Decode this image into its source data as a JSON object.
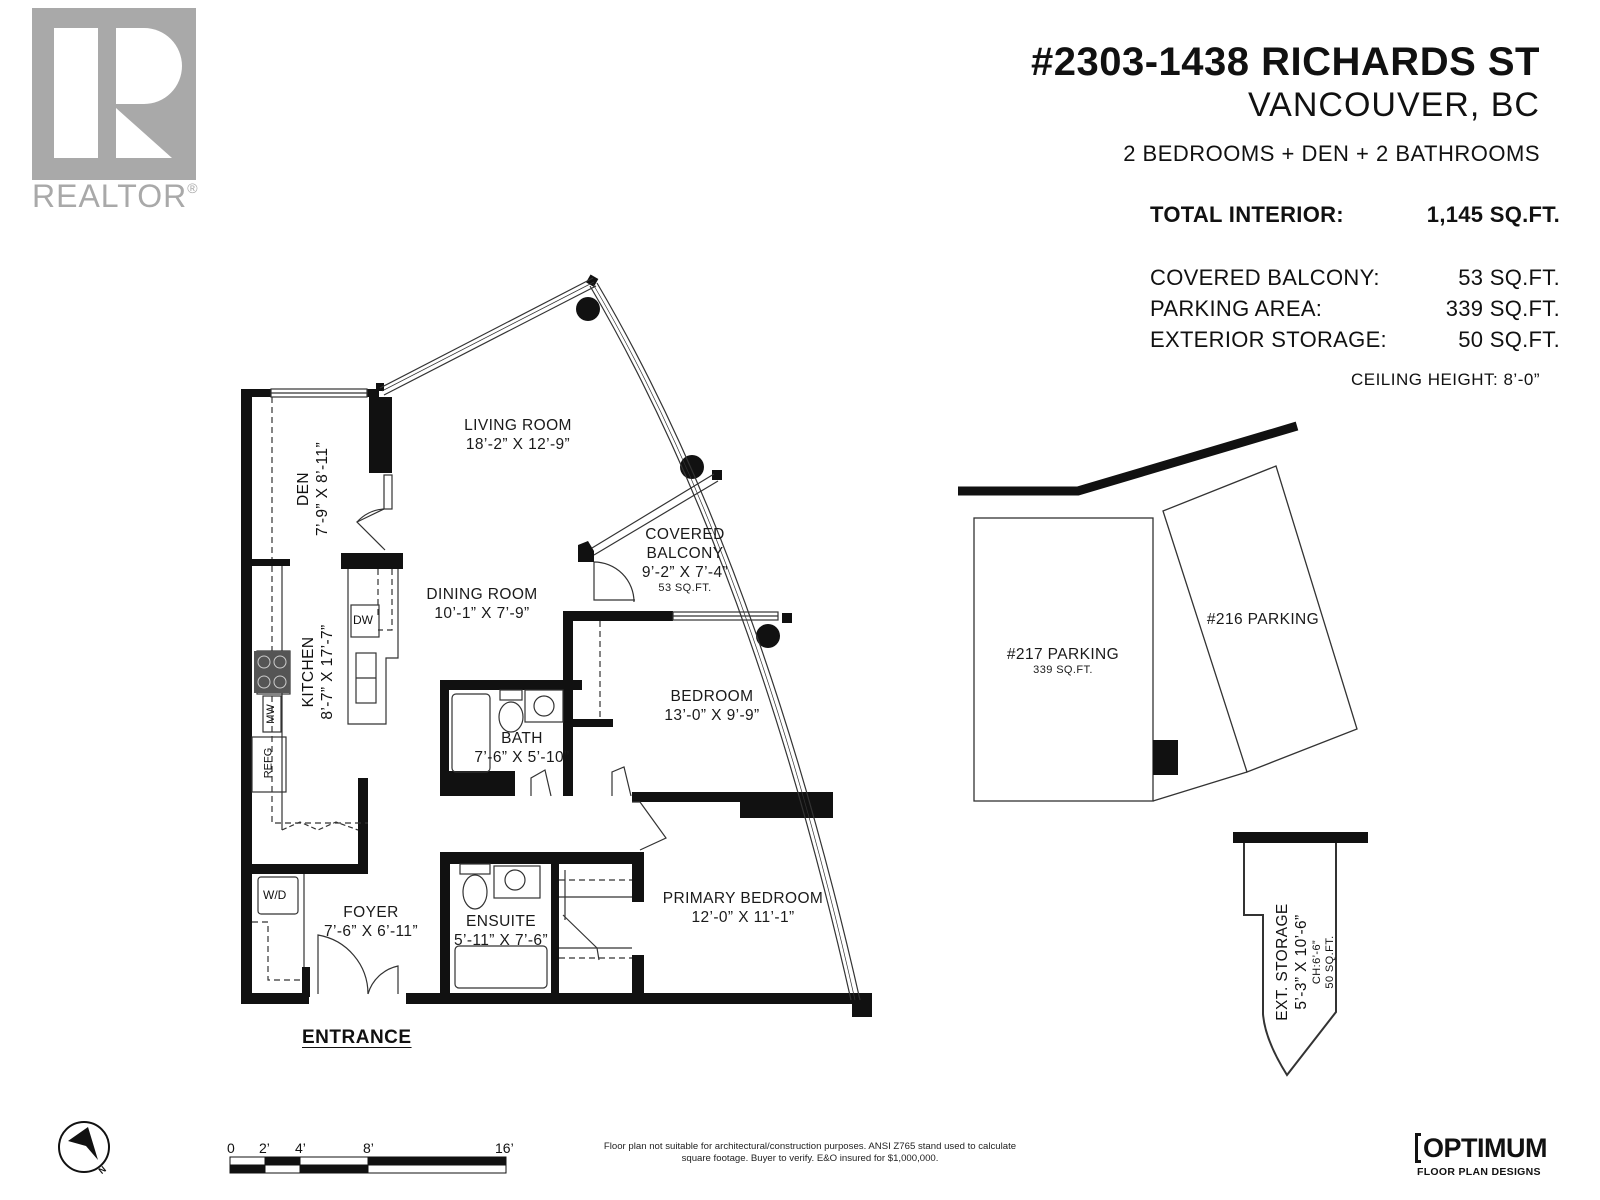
{
  "header": {
    "title": "#2303-1438 RICHARDS ST",
    "city": "VANCOUVER, BC",
    "rooms_summary": "2 BEDROOMS + DEN + 2 BATHROOMS",
    "total_interior": {
      "label": "TOTAL INTERIOR:",
      "value": "1,145 SQ.FT."
    },
    "areas": [
      {
        "label": "COVERED BALCONY:",
        "value": "53 SQ.FT."
      },
      {
        "label": "PARKING AREA:",
        "value": "339 SQ.FT."
      },
      {
        "label": "EXTERIOR STORAGE:",
        "value": "50 SQ.FT."
      }
    ],
    "ceiling_height": "CEILING HEIGHT: 8’-0”"
  },
  "realtor_logo": {
    "text": "REALTOR",
    "mark": "®",
    "color": "#a9a9a9"
  },
  "rooms": {
    "living": {
      "name": "LIVING ROOM",
      "dims": "18’-2” X 12’-9”"
    },
    "dining": {
      "name": "DINING ROOM",
      "dims": "10’-1” X 7’-9”"
    },
    "den": {
      "name": "DEN",
      "dims": "7’-9” X 8’-11”"
    },
    "kitchen": {
      "name": "KITCHEN",
      "dims": "8’-7” X 17’-7”"
    },
    "balcony": {
      "name_line1": "COVERED",
      "name_line2": "BALCONY",
      "dims": "9’-2” X 7’-4”",
      "area": "53 SQ.FT."
    },
    "bedroom": {
      "name": "BEDROOM",
      "dims": "13’-0” X 9’-9”"
    },
    "bath": {
      "name": "BATH",
      "dims": "7’-6” X 5’-10”"
    },
    "primary": {
      "name": "PRIMARY BEDROOM",
      "dims": "12’-0” X 11’-1”"
    },
    "ensuite": {
      "name": "ENSUITE",
      "dims": "5’-11” X 7’-6”"
    },
    "foyer": {
      "name": "FOYER",
      "dims": "7’-6” X 6’-11”"
    }
  },
  "appliances": {
    "dw": "DW",
    "mw": "MW",
    "refg": "REFG",
    "wd": "W/D"
  },
  "entrance_label": "ENTRANCE",
  "parking": {
    "p217": {
      "name": "#217 PARKING",
      "area": "339 SQ.FT."
    },
    "p216": {
      "name": "#216 PARKING"
    }
  },
  "storage": {
    "name": "EXT. STORAGE",
    "dims": "5’-3” X 10’-6”",
    "ceiling": "CH:6’-6”",
    "area": "50 SQ.FT."
  },
  "scale_bar": {
    "ticks": [
      "0",
      "2’",
      "4’",
      "8’",
      "16’"
    ]
  },
  "compass": {
    "label": "N"
  },
  "disclaimer": "Floor plan not suitable for architectural/construction purposes. ANSI Z765 stand used to calculate square footage. Buyer to verify.  E&O insured for $1,000,000.",
  "optimum_logo": {
    "word": "OPTIMUM",
    "sub": "FLOOR PLAN DESIGNS"
  }
}
